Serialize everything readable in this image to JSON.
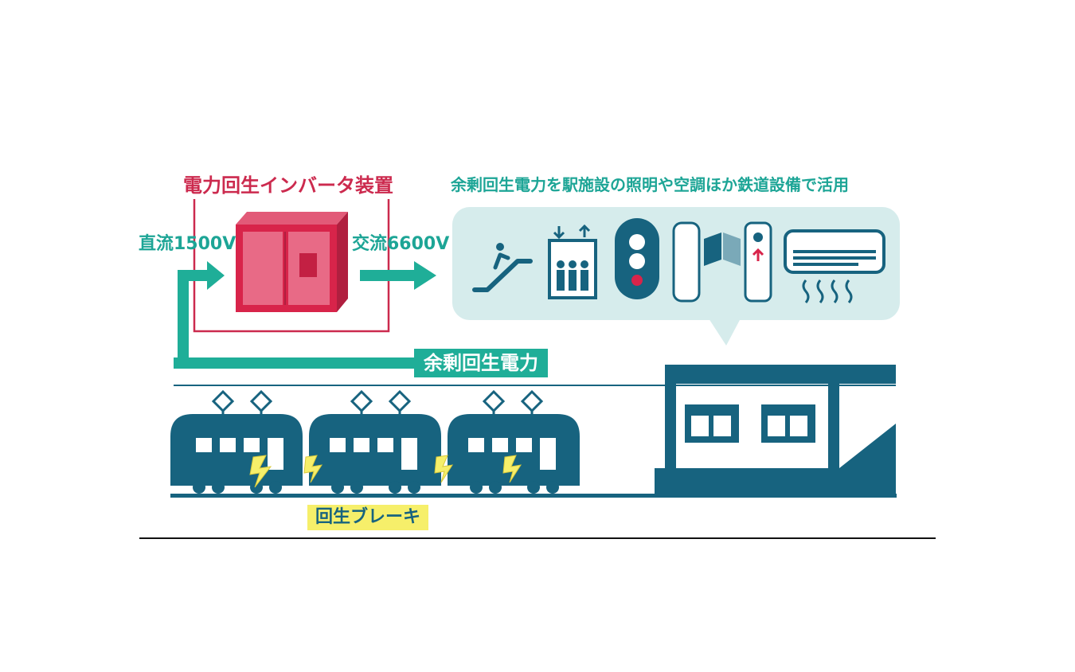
{
  "labels": {
    "inverter_title": "電力回生インバータ装置",
    "dc_input": "直流1500V",
    "ac_output": "交流6600V",
    "usage_caption": "余剰回生電力を駅施設の照明や空調ほか鉄道設備で活用",
    "surplus_power": "余剰回生電力",
    "regen_brake": "回生ブレーキ"
  },
  "colors": {
    "navy": "#17637f",
    "teal": "#1fae98",
    "red": "#d8244a",
    "bubble": "#d6ecec",
    "spark": "#f6ef6a"
  },
  "icons": [
    "escalator-icon",
    "elevator-icon",
    "traffic-signal-icon",
    "ticket-gate-icon",
    "ticket-machine-icon",
    "air-conditioner-icon"
  ]
}
